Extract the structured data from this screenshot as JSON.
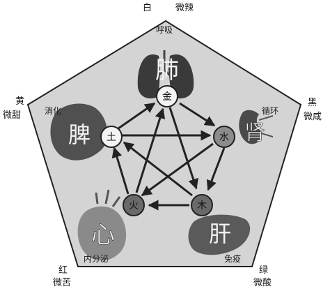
{
  "corners": {
    "top": {
      "color": "白",
      "taste": "微辣",
      "function": "呼吸"
    },
    "right": {
      "color": "黑",
      "taste": "微咸",
      "function": "循环"
    },
    "bottom_right": {
      "color": "绿",
      "taste": "微酸",
      "function": "免疫"
    },
    "bottom_left": {
      "color": "红",
      "taste": "微苦",
      "function": "内分泌"
    },
    "left": {
      "color": "黄",
      "taste": "微甜",
      "function": "消化"
    }
  },
  "organs": {
    "lung": "肺",
    "kidney": "肾",
    "liver": "肝",
    "heart": "心",
    "spleen": "脾"
  },
  "elements": {
    "metal": "金",
    "water": "水",
    "wood": "木",
    "fire": "火",
    "earth": "土"
  }
}
